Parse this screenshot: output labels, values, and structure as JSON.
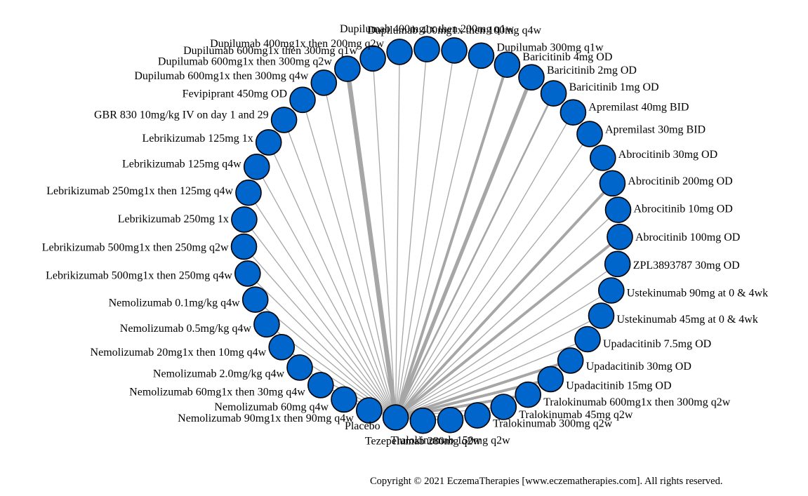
{
  "diagram": {
    "type": "network",
    "layout": "circle",
    "node_color": "#0066cc",
    "node_stroke": "#000000",
    "edge_color": "#a6a6a6",
    "hub": "Placebo",
    "nodes": [
      "Dupilumab 400mg1x then 200mg q1w",
      "Dupilumab 400mg1x then 100mg q4w",
      "Dupilumab 300mg q1w",
      "Baricitinib 4mg OD",
      "Baricitinib 2mg OD",
      "Baricitinib 1mg OD",
      "Apremilast 40mg BID",
      "Apremilast 30mg BID",
      "Abrocitinib 30mg OD",
      "Abrocitinib 200mg OD",
      "Abrocitinib 10mg OD",
      "Abrocitinib 100mg OD",
      "ZPL3893787 30mg OD",
      "Ustekinumab 90mg at 0 & 4wk",
      "Ustekinumab 45mg at 0 & 4wk",
      "Upadacitinib 7.5mg OD",
      "Upadacitinib 30mg OD",
      "Upadacitinib 15mg OD",
      "Tralokinumab 600mg1x then 300mg q2w",
      "Tralokinumab 45mg q2w",
      "Tralokinumab 300mg q2w",
      "Tralokinumab 150mg q2w",
      "Tezepelumab 280mg q2w",
      "Placebo",
      "Nemolizumab 90mg1x then 90mg q4w",
      "Nemolizumab 60mg q4w",
      "Nemolizumab 60mg1x then 30mg q4w",
      "Nemolizumab 2.0mg/kg q4w",
      "Nemolizumab 20mg1x then 10mg q4w",
      "Nemolizumab 0.5mg/kg q4w",
      "Nemolizumab 0.1mg/kg q4w",
      "Lebrikizumab 500mg1x then 250mg q4w",
      "Lebrikizumab 500mg1x then 250mg q2w",
      "Lebrikizumab 250mg 1x",
      "Lebrikizumab 250mg1x then 125mg q4w",
      "Lebrikizumab 125mg q4w",
      "Lebrikizumab 125mg 1x",
      "GBR 830 10mg/kg IV on day 1 and 29",
      "Fevipiprant 450mg OD",
      "Dupilumab 600mg1x then 300mg q4w",
      "Dupilumab 600mg1x then 300mg q2w",
      "Dupilumab 600mg1x then 300mg q1w",
      "Dupilumab 400mg1x then 200mg q2w"
    ],
    "edges": [
      {
        "from": "Placebo",
        "to": "Dupilumab 400mg1x then 200mg q1w",
        "weight": 1
      },
      {
        "from": "Placebo",
        "to": "Dupilumab 400mg1x then 100mg q4w",
        "weight": 1
      },
      {
        "from": "Placebo",
        "to": "Dupilumab 300mg q1w",
        "weight": 1
      },
      {
        "from": "Placebo",
        "to": "Baricitinib 4mg OD",
        "weight": 3
      },
      {
        "from": "Placebo",
        "to": "Baricitinib 2mg OD",
        "weight": 4
      },
      {
        "from": "Placebo",
        "to": "Baricitinib 1mg OD",
        "weight": 2
      },
      {
        "from": "Placebo",
        "to": "Apremilast 40mg BID",
        "weight": 1
      },
      {
        "from": "Placebo",
        "to": "Apremilast 30mg BID",
        "weight": 1
      },
      {
        "from": "Placebo",
        "to": "Abrocitinib 30mg OD",
        "weight": 1
      },
      {
        "from": "Placebo",
        "to": "Abrocitinib 200mg OD",
        "weight": 3
      },
      {
        "from": "Placebo",
        "to": "Abrocitinib 10mg OD",
        "weight": 1
      },
      {
        "from": "Placebo",
        "to": "Abrocitinib 100mg OD",
        "weight": 3
      },
      {
        "from": "Placebo",
        "to": "ZPL3893787 30mg OD",
        "weight": 1
      },
      {
        "from": "Placebo",
        "to": "Ustekinumab 90mg at 0 & 4wk",
        "weight": 1
      },
      {
        "from": "Placebo",
        "to": "Ustekinumab 45mg at 0 & 4wk",
        "weight": 1
      },
      {
        "from": "Placebo",
        "to": "Upadacitinib 7.5mg OD",
        "weight": 1
      },
      {
        "from": "Placebo",
        "to": "Upadacitinib 30mg OD",
        "weight": 3
      },
      {
        "from": "Placebo",
        "to": "Upadacitinib 15mg OD",
        "weight": 3
      },
      {
        "from": "Placebo",
        "to": "Tralokinumab 600mg1x then 300mg q2w",
        "weight": 3
      },
      {
        "from": "Placebo",
        "to": "Tralokinumab 45mg q2w",
        "weight": 1
      },
      {
        "from": "Placebo",
        "to": "Tralokinumab 300mg q2w",
        "weight": 1
      },
      {
        "from": "Placebo",
        "to": "Tralokinumab 150mg q2w",
        "weight": 1
      },
      {
        "from": "Placebo",
        "to": "Tezepelumab 280mg q2w",
        "weight": 1
      },
      {
        "from": "Placebo",
        "to": "Nemolizumab 90mg1x then 90mg q4w",
        "weight": 1
      },
      {
        "from": "Placebo",
        "to": "Nemolizumab 60mg q4w",
        "weight": 1
      },
      {
        "from": "Placebo",
        "to": "Nemolizumab 60mg1x then 30mg q4w",
        "weight": 1
      },
      {
        "from": "Placebo",
        "to": "Nemolizumab 2.0mg/kg q4w",
        "weight": 1
      },
      {
        "from": "Placebo",
        "to": "Nemolizumab 20mg1x then 10mg q4w",
        "weight": 1
      },
      {
        "from": "Placebo",
        "to": "Nemolizumab 0.5mg/kg q4w",
        "weight": 1
      },
      {
        "from": "Placebo",
        "to": "Nemolizumab 0.1mg/kg q4w",
        "weight": 1
      },
      {
        "from": "Placebo",
        "to": "Lebrikizumab 500mg1x then 250mg q4w",
        "weight": 1
      },
      {
        "from": "Placebo",
        "to": "Lebrikizumab 500mg1x then 250mg q2w",
        "weight": 1
      },
      {
        "from": "Placebo",
        "to": "Lebrikizumab 250mg 1x",
        "weight": 1
      },
      {
        "from": "Placebo",
        "to": "Lebrikizumab 250mg1x then 125mg q4w",
        "weight": 1
      },
      {
        "from": "Placebo",
        "to": "Lebrikizumab 125mg q4w",
        "weight": 1
      },
      {
        "from": "Placebo",
        "to": "Lebrikizumab 125mg 1x",
        "weight": 1
      },
      {
        "from": "Placebo",
        "to": "GBR 830 10mg/kg IV on day 1 and 29",
        "weight": 1
      },
      {
        "from": "Placebo",
        "to": "Fevipiprant 450mg OD",
        "weight": 1
      },
      {
        "from": "Placebo",
        "to": "Dupilumab 600mg1x then 300mg q4w",
        "weight": 1
      },
      {
        "from": "Placebo",
        "to": "Dupilumab 600mg1x then 300mg q2w",
        "weight": 5
      },
      {
        "from": "Placebo",
        "to": "Dupilumab 600mg1x then 300mg q1w",
        "weight": 1
      },
      {
        "from": "Placebo",
        "to": "Dupilumab 400mg1x then 200mg q2w",
        "weight": 1
      }
    ]
  },
  "footer": {
    "copyright": "Copyright © 2021 EczemaTherapies [www.eczematherapies.com]. All rights reserved."
  }
}
